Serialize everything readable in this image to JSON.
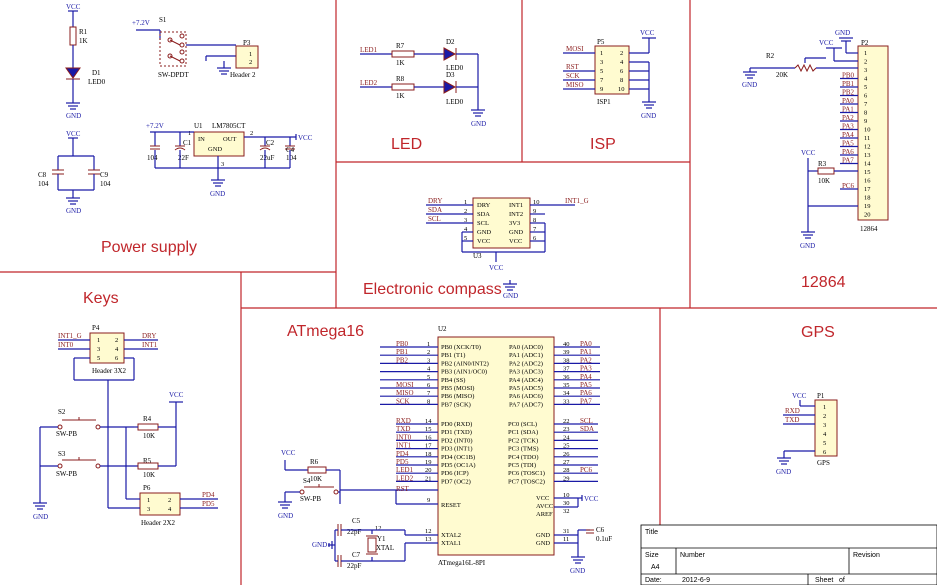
{
  "sections": {
    "power_supply": "Power supply",
    "led": "LED",
    "isp": "ISP",
    "lcd": "12864",
    "keys": "Keys",
    "compass": "Electronic compass",
    "mcu": "ATmega16",
    "gps": "GPS"
  },
  "power": {
    "vcc": "VCC",
    "gnd": "GND",
    "v72": "+7.2V",
    "r1": "R1",
    "r1v": "1K",
    "d1": "D1",
    "d1v": "LED0",
    "s1": "S1",
    "s1v": "SW-DPDT",
    "p3": "P3",
    "p3v": "Header 2",
    "u1": "U1",
    "u1v": "LM7805CT",
    "u1_in": "IN",
    "u1_out": "OUT",
    "u1_gnd": "GND",
    "c1": "C1",
    "c1v": "22F",
    "c2": "C2",
    "c2v": "22uF",
    "c3v": "104",
    "c4": "C4",
    "c4v": "104",
    "c8": "C8",
    "c8v": "104",
    "c9": "C9",
    "c9v": "104",
    "pin1": "1",
    "pin2": "2",
    "pin3": "3"
  },
  "led": {
    "led1": "LED1",
    "led2": "LED2",
    "r7": "R7",
    "r7v": "1K",
    "r8": "R8",
    "r8v": "1K",
    "d2": "D2",
    "d3": "D3",
    "dv": "LED0",
    "gnd": "GND"
  },
  "isp": {
    "p5": "P5",
    "p5v": "ISP1",
    "mosi": "MOSI",
    "rst": "RST",
    "sck": "SCK",
    "miso": "MISO",
    "vcc": "VCC",
    "gnd": "GND",
    "pins_l": [
      "1",
      "3",
      "5",
      "7",
      "9"
    ],
    "pins_r": [
      "2",
      "4",
      "6",
      "8",
      "10"
    ]
  },
  "lcd": {
    "p2": "P2",
    "p2v": "12864",
    "r2": "R2",
    "r2v": "20K",
    "r3": "R3",
    "r3v": "10K",
    "gnd": "GND",
    "vcc": "VCC",
    "pins": [
      "1",
      "2",
      "3",
      "4",
      "5",
      "6",
      "7",
      "8",
      "9",
      "10",
      "11",
      "12",
      "13",
      "14",
      "15",
      "16",
      "17",
      "18",
      "19",
      "20"
    ],
    "nets": [
      "PB0",
      "PB1",
      "PB2",
      "PA0",
      "PA1",
      "PA2",
      "PA3",
      "PA4",
      "PA5",
      "PA6",
      "PA7",
      "PC6"
    ]
  },
  "compass": {
    "u3": "U3",
    "left_nets": [
      "DRY",
      "SDA",
      "SCL"
    ],
    "pins_l": [
      "DRY",
      "SDA",
      "SCL",
      "GND",
      "VCC"
    ],
    "pins_r": [
      "INT1",
      "INT2",
      "3V3",
      "GND",
      "VCC"
    ],
    "pin_nums_l": [
      "1",
      "2",
      "3",
      "4",
      "5"
    ],
    "pin_nums_r": [
      "10",
      "9",
      "8",
      "7",
      "6"
    ],
    "int1": "INT1_G",
    "vcc": "VCC",
    "gnd": "GND"
  },
  "keys": {
    "p4": "P4",
    "p4v": "Header 3X2",
    "int1g": "INT1_G",
    "int0": "INT0",
    "dry": "DRY",
    "int1": "INT1",
    "s2": "S2",
    "s2v": "SW-PB",
    "s3": "S3",
    "s3v": "SW-PB",
    "r4": "R4",
    "r4v": "10K",
    "r5": "R5",
    "r5v": "10K",
    "p6": "P6",
    "p6v": "Header 2X2",
    "pd4": "PD4",
    "pd5": "PD5",
    "vcc": "VCC",
    "gnd": "GND",
    "p4pins": [
      "1",
      "2",
      "3",
      "4",
      "5",
      "6"
    ],
    "p6pins": [
      "1",
      "2",
      "3",
      "4"
    ]
  },
  "mcu": {
    "u2": "U2",
    "u2v": "ATmega16L-8PI",
    "left_nets": [
      "PB0",
      "PB1",
      "PB2",
      "",
      "",
      "MOSI",
      "MISO",
      "SCK"
    ],
    "left_pins": [
      "PB0 (XCK/T0)",
      "PB1 (T1)",
      "PB2 (AIN0/INT2)",
      "PB3 (AIN1/OC0)",
      "PB4 (SS)",
      "PB5 (MOSI)",
      "PB6 (MISO)",
      "PB7 (SCK)"
    ],
    "left_nums": [
      "1",
      "2",
      "3",
      "4",
      "5",
      "6",
      "7",
      "8"
    ],
    "right_pins": [
      "PA0 (ADC0)",
      "PA1 (ADC1)",
      "PA2 (ADC2)",
      "PA3 (ADC3)",
      "PA4 (ADC4)",
      "PA5 (ADC5)",
      "PA6 (ADC6)",
      "PA7 (ADC7)"
    ],
    "right_nums": [
      "40",
      "39",
      "38",
      "37",
      "36",
      "35",
      "34",
      "33"
    ],
    "right_nets": [
      "PA0",
      "PA1",
      "PA2",
      "PA3",
      "PA4",
      "PA5",
      "PA6",
      "PA7"
    ],
    "d_nets": [
      "RXD",
      "TXD",
      "INT0",
      "INT1",
      "PD4",
      "PD5",
      "LED1",
      "LED2"
    ],
    "d_pins": [
      "PD0 (RXD)",
      "PD1 (TXD)",
      "PD2 (INT0)",
      "PD3 (INT1)",
      "PD4 (OC1B)",
      "PD5 (OC1A)",
      "PD6 (ICP)",
      "PD7 (OC2)"
    ],
    "d_nums": [
      "14",
      "15",
      "16",
      "17",
      "18",
      "19",
      "20",
      "21"
    ],
    "c_pins": [
      "PC0 (SCL)",
      "PC1 (SDA)",
      "PC2 (TCK)",
      "PC3 (TMS)",
      "PC4 (TDO)",
      "PC5 (TDI)",
      "PC6 (TOSC1)",
      "PC7 (TOSC2)"
    ],
    "c_nums": [
      "22",
      "23",
      "24",
      "25",
      "26",
      "27",
      "28",
      "29"
    ],
    "c_nets": [
      "SCL",
      "SDA",
      "",
      "",
      "",
      "",
      "PC6",
      ""
    ],
    "reset": "RESET",
    "reset_num": "9",
    "vcc_pin": "VCC",
    "avcc": "AVCC",
    "aref": "AREF",
    "vcc_nums": [
      "10",
      "30",
      "32"
    ],
    "xtal2": "XTAL2",
    "xtal1": "XTAL1",
    "xtal_nums": [
      "12",
      "13"
    ],
    "gnd_pin": "GND",
    "gnd_nums": [
      "31",
      "11"
    ],
    "rst": "RST",
    "r6": "R6",
    "r6v": "10K",
    "s4": "S4",
    "s4v": "SW-PB",
    "c5": "C5",
    "c5v": "22pF",
    "c7": "C7",
    "c7v": "22pF",
    "y1": "Y1",
    "y1v": "XTAL",
    "c6": "C6",
    "c6v": "0.1uF",
    "vcc": "VCC",
    "gnd": "GND"
  },
  "gps": {
    "p1": "P1",
    "p1v": "GPS",
    "vcc": "VCC",
    "rxd": "RXD",
    "txd": "TXD",
    "gnd": "GND",
    "pins": [
      "1",
      "2",
      "3",
      "4",
      "5",
      "6"
    ]
  },
  "titleblock": {
    "title": "Title",
    "size": "Size",
    "size_val": "A4",
    "number": "Number",
    "revision": "Revision",
    "date": "Date:",
    "date_val": "2012-6-9",
    "sheet": "Sheet",
    "of": "of"
  }
}
